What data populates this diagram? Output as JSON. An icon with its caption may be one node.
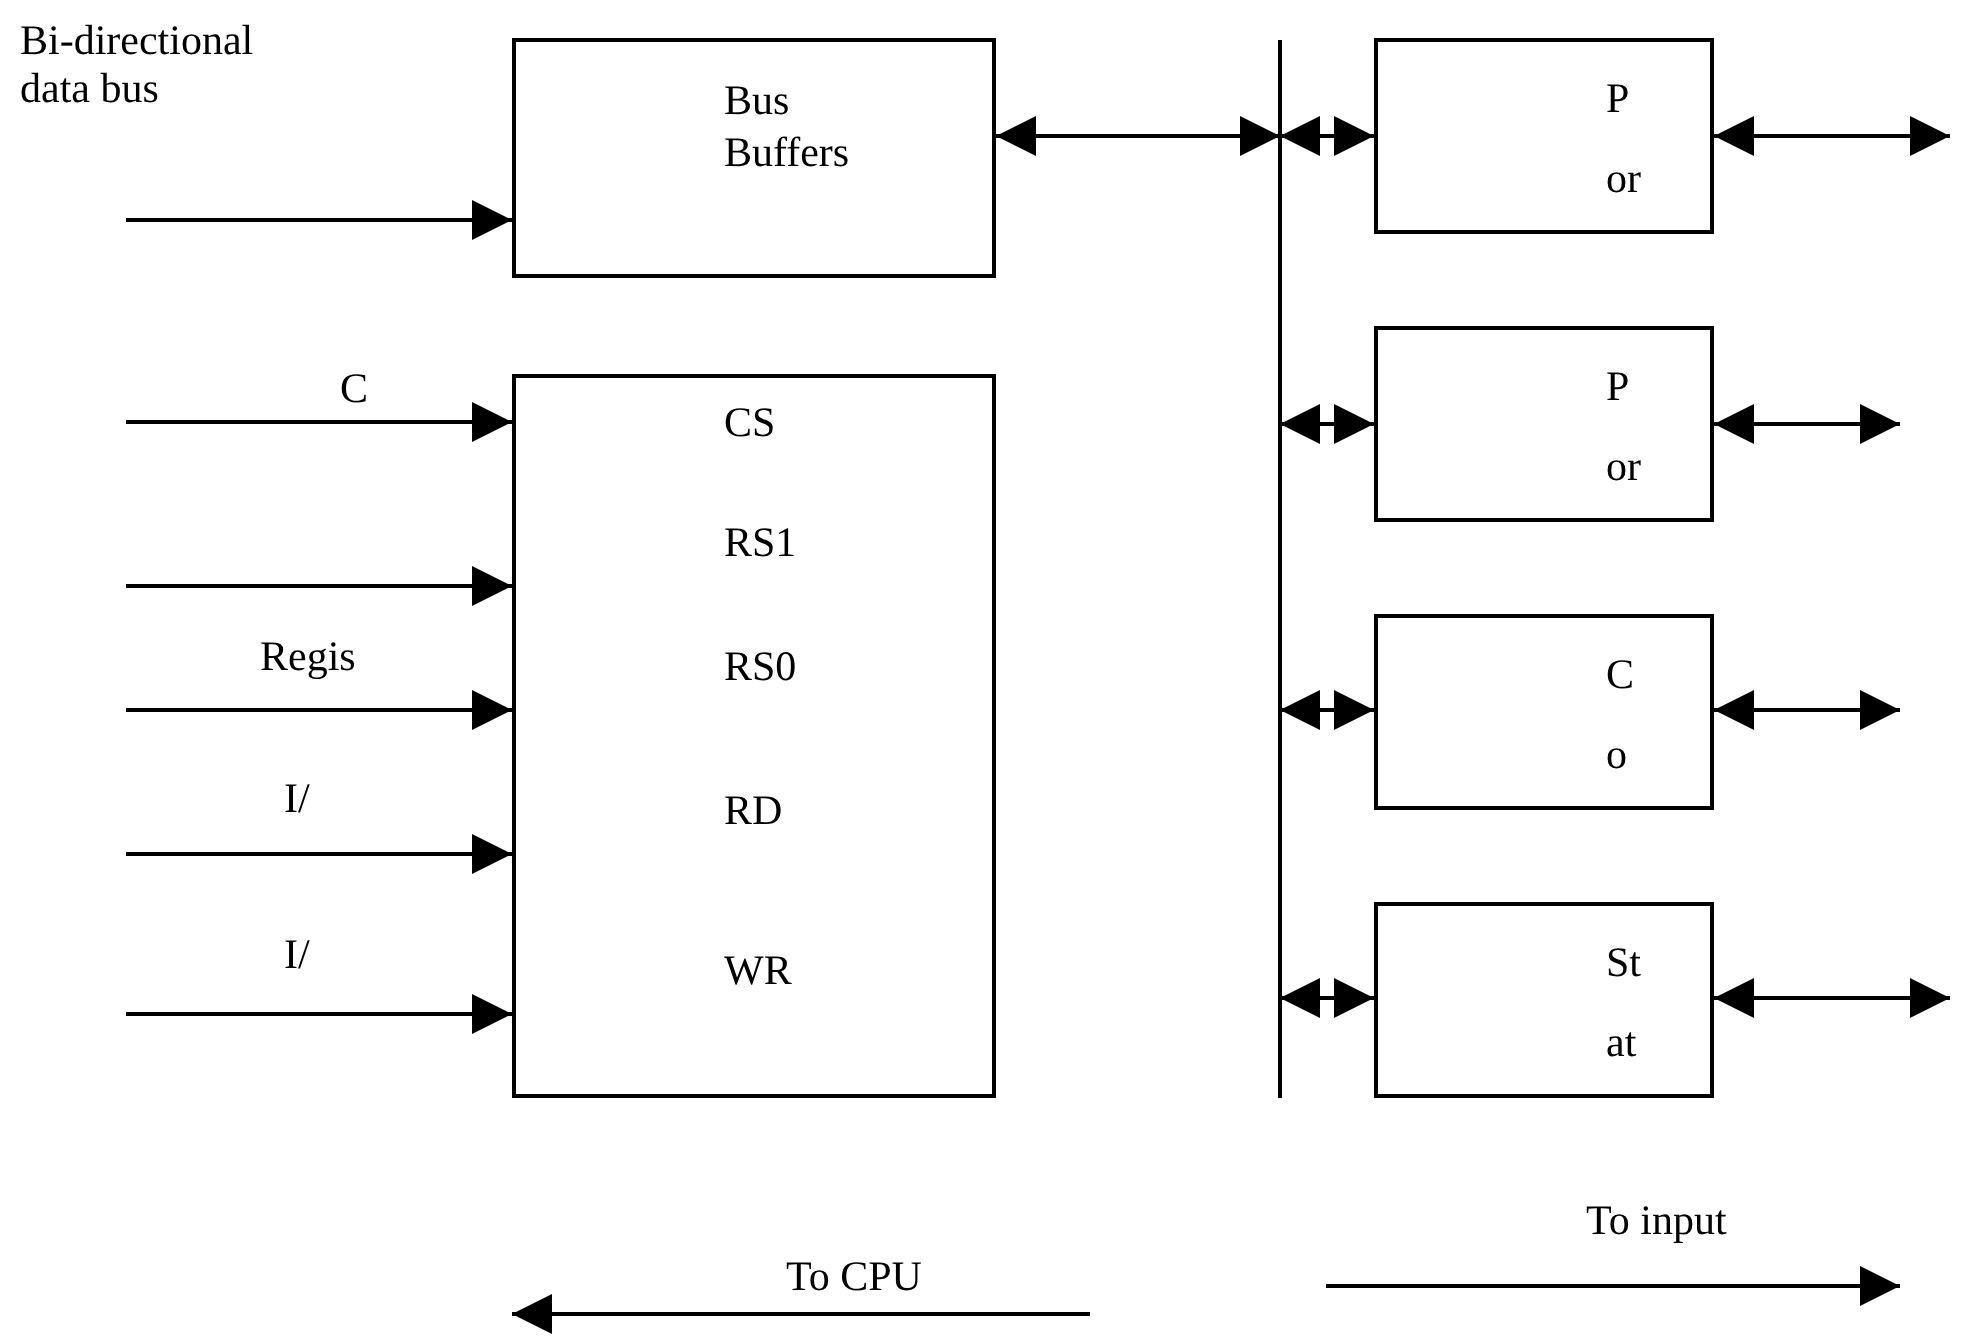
{
  "diagram": {
    "nodes": [
      {
        "text": [
          "Bus Buffers"
        ]
      },
      {
        "text": [
          "CS",
          "RS1",
          "RS0",
          "RD",
          "WR"
        ]
      },
      {
        "text": [],
        "shape": "bar"
      },
      {
        "text": [
          "P or"
        ]
      },
      {
        "text": [
          "P or"
        ]
      },
      {
        "text": [
          "C o"
        ]
      },
      {
        "text": [
          "St at"
        ]
      }
    ],
    "edges": [
      {
        "from": null,
        "to": 0,
        "arrow": "to"
      },
      {
        "from": 0,
        "to": 2,
        "arrow": "both"
      },
      {
        "from": 2,
        "to": 3,
        "arrow": "both"
      },
      {
        "from": 3,
        "to": null,
        "arrow": "both"
      },
      {
        "from": 2,
        "to": 4,
        "arrow": "both"
      },
      {
        "from": 4,
        "to": null,
        "arrow": "both"
      },
      {
        "from": 2,
        "to": 5,
        "arrow": "both"
      },
      {
        "from": 5,
        "to": null,
        "arrow": "both"
      },
      {
        "from": 2,
        "to": 6,
        "arrow": "both"
      },
      {
        "from": 6,
        "to": null,
        "arrow": "both"
      },
      {
        "from": null,
        "to": 1,
        "arrow": "to"
      },
      {
        "from": null,
        "to": 1,
        "arrow": "to"
      },
      {
        "from": null,
        "to": 1,
        "arrow": "to"
      },
      {
        "from": null,
        "to": 1,
        "arrow": "to"
      },
      {
        "from": null,
        "to": 1,
        "arrow": "to"
      }
    ],
    "labels": [
      "Bi-directional data bus",
      "C",
      "Regis",
      "I/",
      "I/",
      "To CPU",
      "To input"
    ]
  }
}
